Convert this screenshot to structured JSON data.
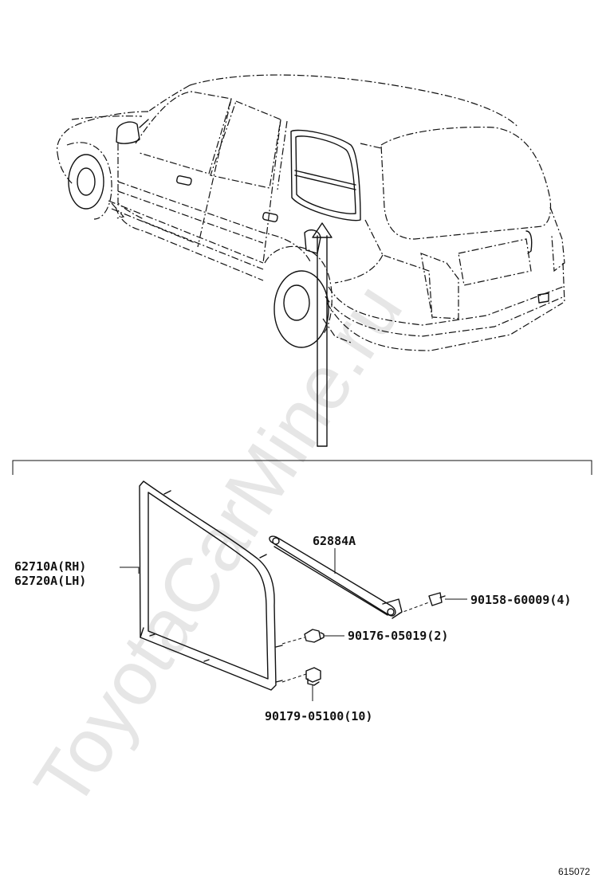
{
  "watermark": "ToyotaCarMine.ru",
  "figure_number": "615072",
  "parts": {
    "glass_rh": "62710A(RH)",
    "glass_lh": "62720A(LH)",
    "retainer": "62884A",
    "screw": "90158-60009(4)",
    "clip_a": "90176-05019(2)",
    "clip_b": "90179-05100(10)"
  }
}
